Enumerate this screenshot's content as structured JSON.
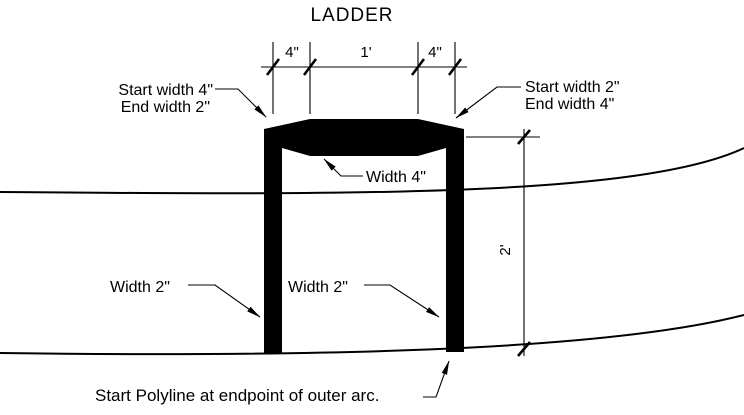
{
  "title": "LADDER",
  "colors": {
    "ink": "#000000",
    "background": "#ffffff"
  },
  "dimensions": {
    "top_left": "4\"",
    "top_middle": "1'",
    "top_right": "4\"",
    "vertical_right": "2'"
  },
  "labels": {
    "left_corner_line1": "Start width 4\"",
    "left_corner_line2": "End width 2\"",
    "right_corner_line1": "Start width 2\"",
    "right_corner_line2": "End width 4\"",
    "rung_width": "Width 4\"",
    "left_leg_width": "Width 2\"",
    "right_leg_width": "Width 2\"",
    "bottom_note": "Start Polyline at endpoint of outer arc."
  }
}
